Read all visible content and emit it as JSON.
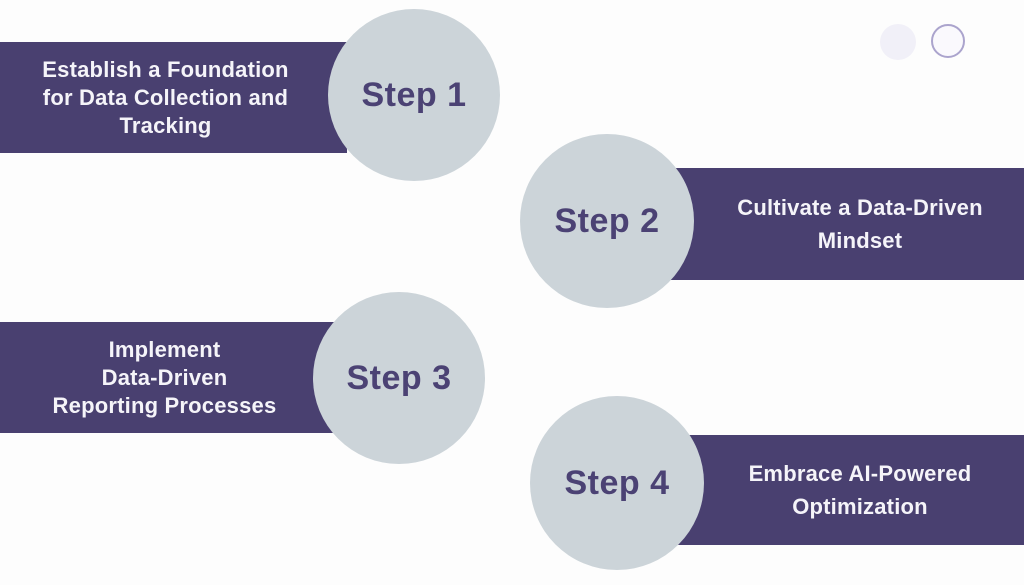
{
  "colors": {
    "background": "#fdfdfd",
    "banner": "#494070",
    "banner_text": "#f5f4f9",
    "circle_fill": "#ccd4d9",
    "step_label_text": "#4b4274",
    "decor_dot_fill": "#f1f0f8",
    "decor_dot_outline": "#aba4cd"
  },
  "steps": [
    {
      "step_label": "Step 1",
      "title_lines": [
        "Establish a Foundation",
        "for Data Collection and",
        "Tracking"
      ]
    },
    {
      "step_label": "Step 2",
      "title_lines": [
        "Cultivate a Data-Driven",
        "Mindset"
      ]
    },
    {
      "step_label": "Step 3",
      "title_lines": [
        "Implement",
        "Data-Driven",
        "Reporting Processes"
      ]
    },
    {
      "step_label": "Step 4",
      "title_lines": [
        "Embrace AI-Powered",
        "Optimization"
      ]
    }
  ],
  "decor": {
    "dot_count": 2,
    "dot_styles": [
      "filled",
      "outlined"
    ]
  }
}
